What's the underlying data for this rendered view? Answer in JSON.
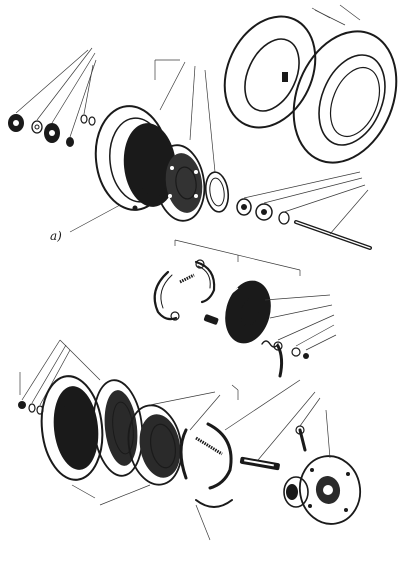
{
  "figure": {
    "callout_label": "a)",
    "colors": {
      "ink": "#1a1a1a",
      "paper": "#ffffff",
      "hub_dark": "#2a2a2a",
      "leader": "#3a3a3a"
    },
    "assemblies": [
      {
        "name": "tyre-and-inner-tube"
      },
      {
        "name": "front-wheel-hub-assembly"
      },
      {
        "name": "brake-shoe-assembly"
      },
      {
        "name": "rear-wheel-hub-assembly"
      }
    ]
  }
}
